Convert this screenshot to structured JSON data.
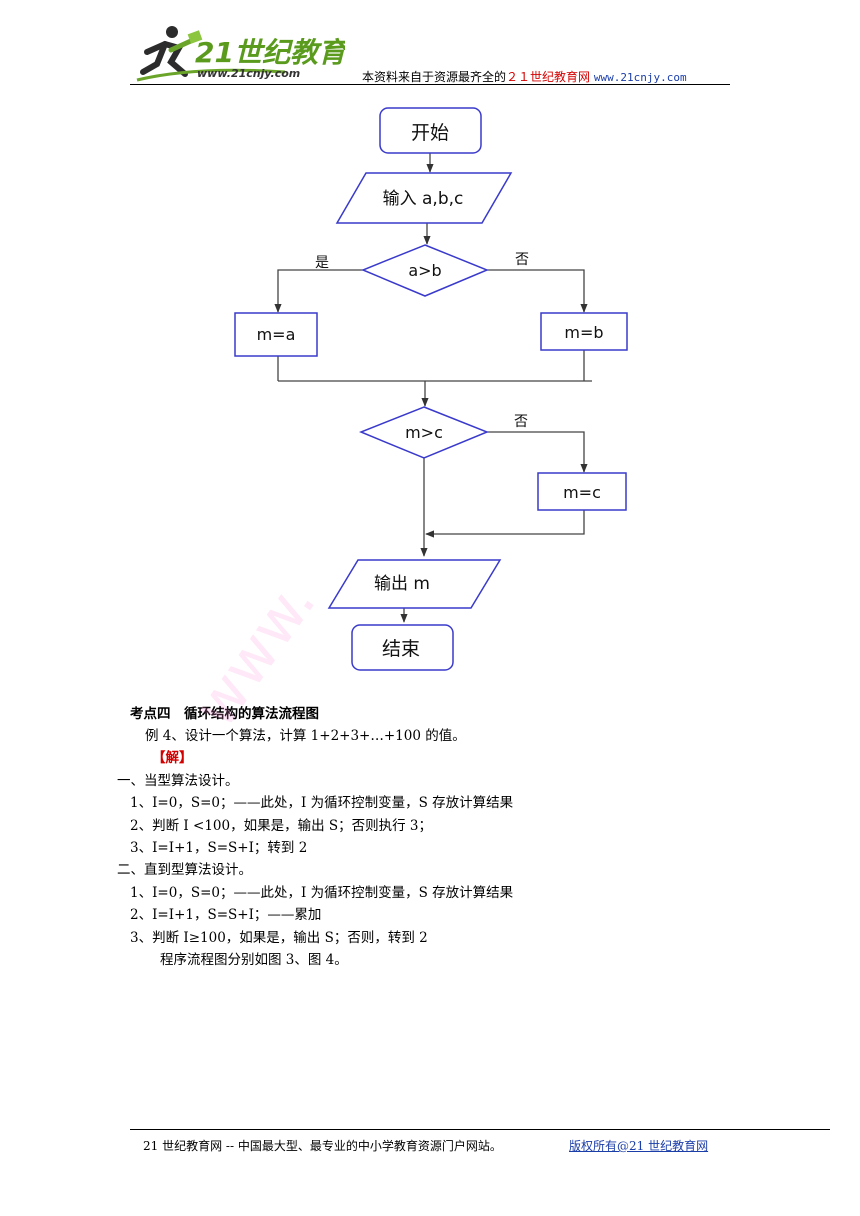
{
  "header": {
    "logo_text": "21世纪教育",
    "logo_url": "www.21cnjy.com",
    "note_prefix": "本资料来自于资源最齐全的",
    "note_red": "２１世纪教育网",
    "note_url": "www.21cnjy.com"
  },
  "flowchart": {
    "start": "开始",
    "input": "输入 a,b,c",
    "cond1": "a>b",
    "yes1": "是",
    "no1": "否",
    "assign_a": "m=a",
    "assign_b": "m=b",
    "cond2": "m>c",
    "no2": "否",
    "assign_c": "m=c",
    "output": "输出 m",
    "end": "结束"
  },
  "content": {
    "section_title": "考点四　循环结构的算法流程图",
    "example": "例 4、设计一个算法，计算 1+2+3+…+100 的值。",
    "solution_label": "【解】",
    "part1_title": "一、当型算法设计。",
    "part1_step1": "1、I=0，S=0；——此处，I 为循环控制变量，S 存放计算结果",
    "part1_step2": "2、判断 I <100，如果是，输出 S；否则执行 3；",
    "part1_step3": "3、I=I+1，S=S+I；转到 2",
    "part2_title": "二、直到型算法设计。",
    "part2_step1": "1、I=0，S=0；——此处，I 为循环控制变量，S 存放计算结果",
    "part2_step2": "2、I=I+1，S=S+I；——累加",
    "part2_step3": "3、判断 I≥100，如果是，输出 S；否则，转到 2",
    "conclusion": "程序流程图分别如图 3、图 4。"
  },
  "footer": {
    "left": "21 世纪教育网 -- 中国最大型、最专业的中小学教育资源门户网站。",
    "right": "版权所有@21 世纪教育网"
  },
  "colors": {
    "flow_stroke": "#3a3acc",
    "arrow": "#333333",
    "accent_red": "#d40000",
    "link_blue": "#1b3ea8"
  }
}
